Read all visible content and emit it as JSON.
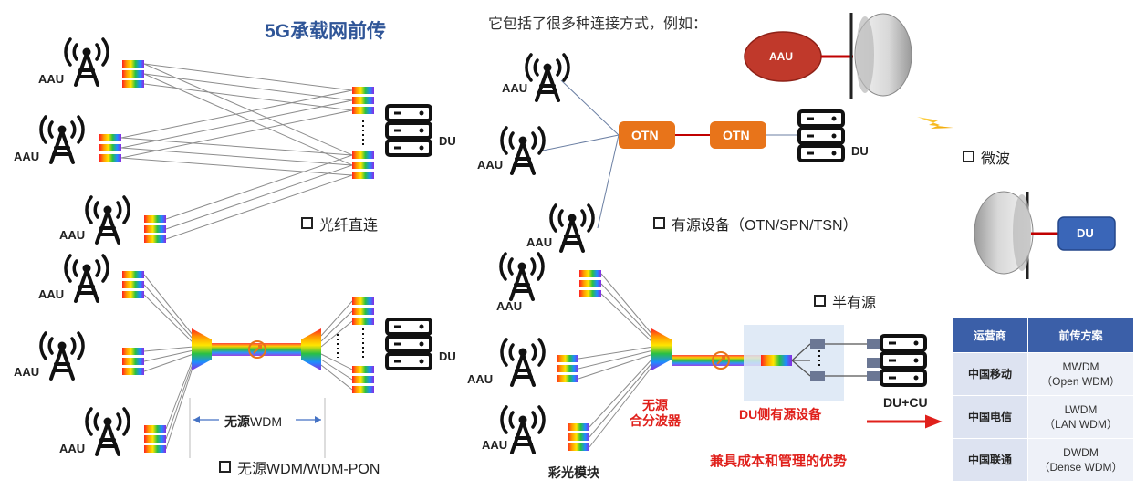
{
  "title": "5G承载网前传",
  "intro": "它包括了很多种连接方式，例如：",
  "aau_label": "AAU",
  "du_label": "DU",
  "ducu_label": "DU+CU",
  "otn_label": "OTN",
  "options": {
    "fiber_direct": "光纤直连",
    "active": "有源设备（OTN/SPN/TSN）",
    "microwave": "微波",
    "passive": "无源WDM/WDM-PON",
    "semi_active": "半有源"
  },
  "passive_wdm_part1": "无源",
  "passive_wdm_part2": "WDM",
  "passive_combiner_line1": "无源",
  "passive_combiner_line2": "合分波器",
  "du_side_active": "DU侧有源设备",
  "color_module": "彩光模块",
  "benefit": "兼具成本和管理的优势",
  "table": {
    "headers": [
      "运营商",
      "前传方案"
    ],
    "rows": [
      {
        "operator": "中国移动",
        "scheme_line1": "MWDM",
        "scheme_line2": "（Open WDM）"
      },
      {
        "operator": "中国电信",
        "scheme_line1": "LWDM",
        "scheme_line2": "（LAN WDM）"
      },
      {
        "operator": "中国联通",
        "scheme_line1": "DWDM",
        "scheme_line2": "（Dense WDM）"
      }
    ]
  },
  "colors": {
    "title": "#2f5597",
    "accent_red": "#e0201b",
    "otn_orange": "#e8741a",
    "aau_oval": "#c0392b",
    "du_box_blue": "#3a66b8",
    "table_header": "#3b5fa8"
  }
}
